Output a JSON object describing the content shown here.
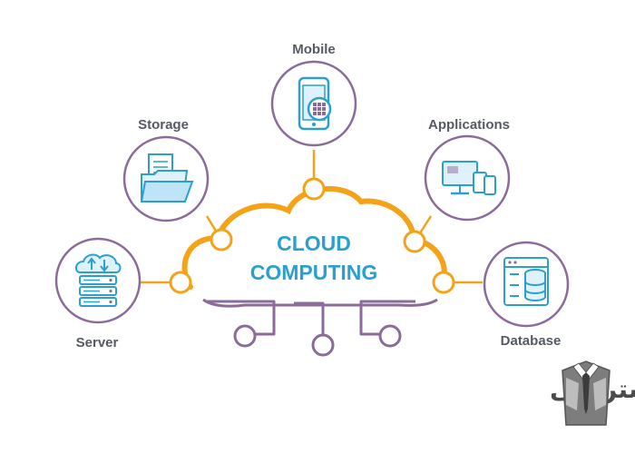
{
  "diagram": {
    "title_line1": "CLOUD",
    "title_line2": "COMPUTING",
    "nodes": {
      "mobile": "Mobile",
      "storage": "Storage",
      "applications": "Applications",
      "server": "Server",
      "database": "Database"
    }
  },
  "watermark": {
    "text": "مستراچی"
  },
  "colors": {
    "purple": "#8b6b9a",
    "orange": "#f4a318",
    "blue": "#2a9fd0",
    "label_gray": "#555a63"
  }
}
